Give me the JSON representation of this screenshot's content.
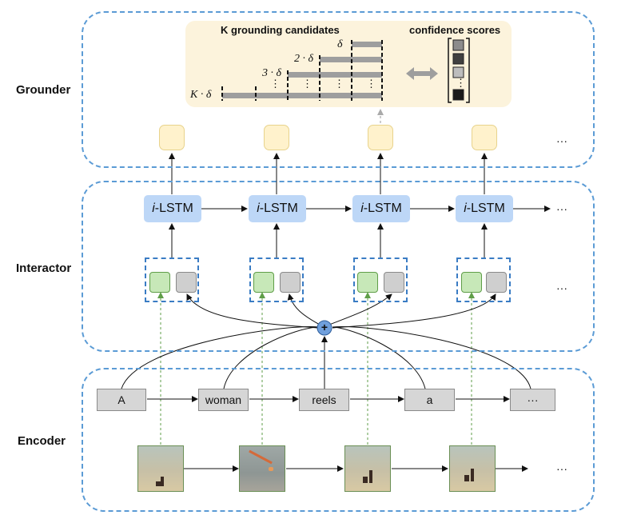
{
  "sections": {
    "grounder": "Grounder",
    "interactor": "Interactor",
    "encoder": "Encoder"
  },
  "grounder_panel": {
    "candidates_title": "K grounding candidates",
    "scores_title": "confidence scores",
    "delta_labels": [
      "δ",
      "2 · δ",
      "3 · δ",
      "K · δ"
    ],
    "vdots": "⋮"
  },
  "lstm_label_prefix": "i",
  "lstm_label_suffix": "-LSTM",
  "words": [
    "A",
    "woman",
    "reels",
    "a",
    "···"
  ],
  "ellipsis": "···",
  "plus": "+",
  "colors": {
    "region_border": "#5b9bd5",
    "lstm_fill": "#bdd7f7",
    "output_fill": "#fff2cc",
    "visual_fill": "#c7e8b8",
    "text_fill": "#cfcfcf",
    "plus_fill": "#6f9fdc",
    "panel_fill": "#fcf3dc"
  }
}
